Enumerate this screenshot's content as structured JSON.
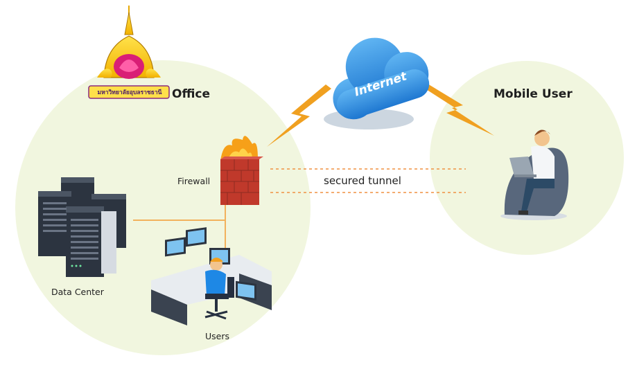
{
  "logo": {
    "name": "university-seal",
    "text": "มหาวิทยาลัยอุบลราชธานี"
  },
  "labels": {
    "office": "Office",
    "mobile_user": "Mobile User",
    "firewall": "Firewall",
    "data_center": "Data Center",
    "users": "Users",
    "internet": "Internet",
    "tunnel": "secured tunnel"
  },
  "colors": {
    "bubble": "#f1f6df",
    "cloud": "#2f8fe0",
    "lightning": "#f0a020",
    "tunnel_dash": "#f09040",
    "brick": "#c0392b",
    "server": "#2c3440"
  }
}
